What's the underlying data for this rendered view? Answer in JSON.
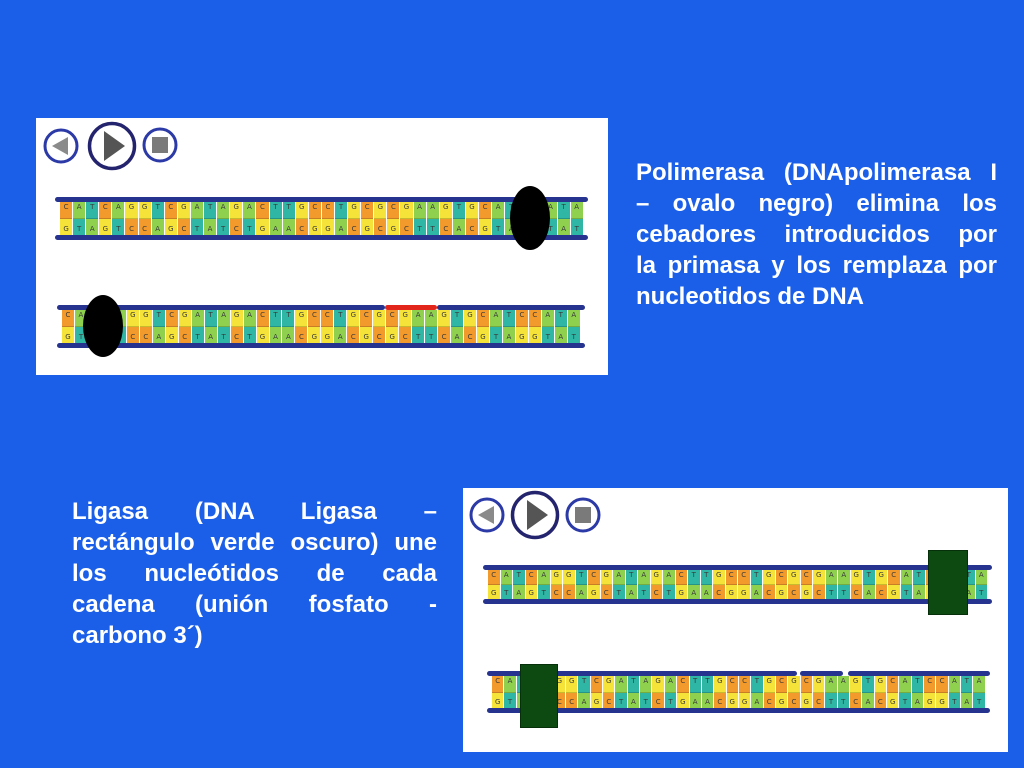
{
  "slide": {
    "background_color": "#1b5fe9"
  },
  "base_colors": {
    "A": "#8fd14f",
    "T": "#2fb6a5",
    "G": "#f5e33a",
    "C": "#f39a2c"
  },
  "panels": [
    {
      "controls": {
        "back": "rewind-icon",
        "play": "play-icon",
        "stop": "stop-icon"
      },
      "enzyme_color": "#000000",
      "primer_color": "#e3261c",
      "strands": [
        {
          "top": "CATCAGGTCGATAGACTTGCCTGCGCGAAGTGCATCCATA",
          "bottom": "GTAGTCCAGCTATCTGAACGGACGCGCTTCACGTAGGTAT"
        },
        {
          "top": "CATCAGGTCGATAGACTTGCCTGCGCGAAGTGCATCCATA",
          "bottom": "GTAGTCCAGCTATCTGAACGGACGCGCTTCACGTAGGTAT"
        }
      ]
    },
    {
      "controls": {
        "back": "rewind-icon",
        "play": "play-icon",
        "stop": "stop-icon"
      },
      "enzyme_color": "#0c4a12",
      "strands": [
        {
          "top": "CATCAGGTCGATAGACTTGCCTGCGCGAAGTGCATCCATA",
          "bottom": "GTAGTCCAGCTATCTGAACGGACGCGCTTCACGTAGGTAT"
        },
        {
          "top": "CATCAGGTCGATAGACTTGCCTGCGCGAAGTGCATCCATA",
          "bottom": "GTAGTCCAGCTATCTGAACGGACGCGCTTCACGTAGGTAT"
        }
      ]
    }
  ],
  "texts": {
    "polimerasa": {
      "lines": [
        "Polimerasa (DNApolimerasa I",
        "– ovalo negro) elimina los",
        "cebadores introducidos por",
        "la primasa y los remplaza por",
        "nucleotidos de DNA"
      ]
    },
    "ligasa": {
      "lines": [
        "Ligasa (DNA Ligasa –",
        "rectángulo verde oscuro) une",
        "los nucleótidos de cada",
        "cadena (unión fosfato -",
        "carbono 3´)"
      ]
    }
  }
}
